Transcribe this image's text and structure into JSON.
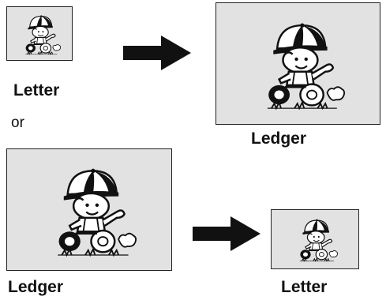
{
  "top_row": {
    "source_label": "Letter",
    "target_label": "Ledger"
  },
  "separator": "or",
  "bottom_row": {
    "source_label": "Ledger",
    "target_label": "Letter"
  },
  "icons": {
    "arrow": "right-arrow-icon",
    "illustration": "child-on-tricycle-illustration"
  },
  "colors": {
    "paper": "#e2e2e2",
    "outline": "#222222",
    "arrow": "#111111"
  }
}
